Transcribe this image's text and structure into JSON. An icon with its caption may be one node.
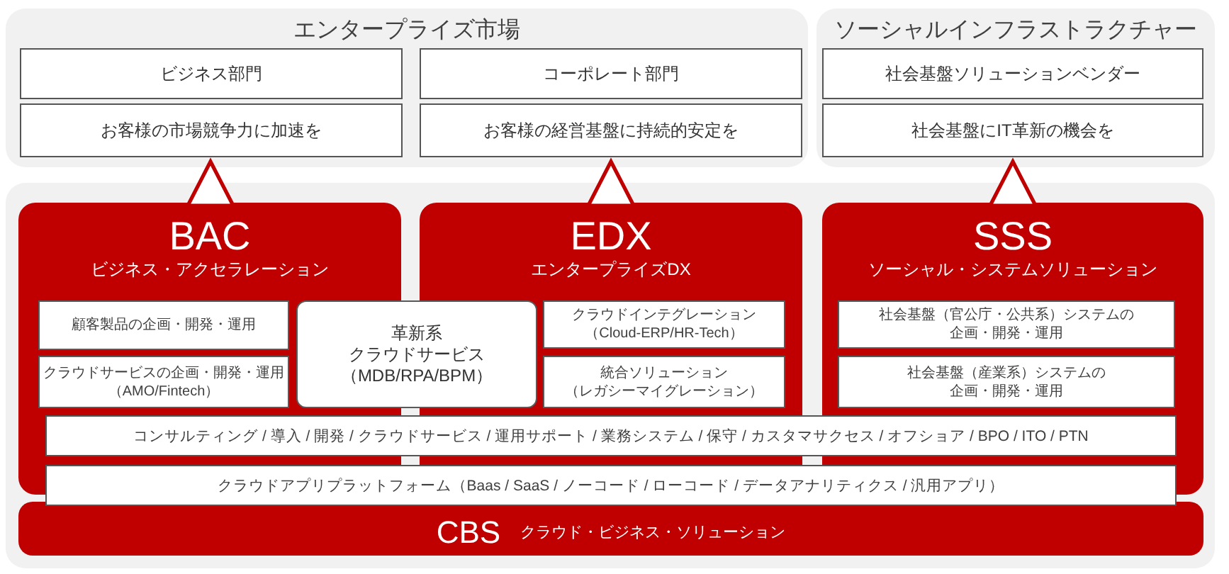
{
  "diagram": {
    "nodes": [
      {
        "text": [
          "エンタープライズ市場"
        ]
      },
      {
        "text": [
          "ビジネス部門"
        ],
        "in": 0
      },
      {
        "text": [
          "お客様の市場競争力に加速を"
        ],
        "in": 0
      },
      {
        "text": [
          "コーポレート部門"
        ],
        "in": 0
      },
      {
        "text": [
          "お客様の経営基盤に持続的安定を"
        ],
        "in": 0
      },
      {
        "text": [
          "ソーシャルインフラストラクチャー"
        ]
      },
      {
        "text": [
          "社会基盤ソリューションベンダー"
        ],
        "in": 5
      },
      {
        "text": [
          "社会基盤にIT革新の機会を"
        ],
        "in": 5
      },
      {
        "text": [],
        "shape": "box"
      },
      {
        "text": [
          "BAC",
          "ビジネス・アクセラレーション"
        ],
        "in": 8
      },
      {
        "text": [
          "顧客製品の企画・開発・運用"
        ],
        "in": 9
      },
      {
        "text": [
          "クラウドサービスの企画・開発・運用（AMO/Fintech）"
        ],
        "in": 9
      },
      {
        "text": [
          "革新系",
          "クラウドサービス（MDB/RPA/BPM）"
        ],
        "in": 8
      },
      {
        "text": [
          "EDX",
          "エンタープライズDX"
        ],
        "in": 8
      },
      {
        "text": [
          "クラウドインテグレーション（Cloud-ERP/HR-Tech）"
        ],
        "in": 13
      },
      {
        "text": [
          "統合ソリューション（レガシーマイグレーション）"
        ],
        "in": 13
      },
      {
        "text": [
          "SSS",
          "ソーシャル・システムソリューション"
        ],
        "in": 8
      },
      {
        "text": [
          "社会基盤（官公庁・公共系）システムの企画・開発・運用"
        ],
        "in": 16
      },
      {
        "text": [
          "社会基盤（産業系）システムの企画・開発・運用"
        ],
        "in": 16
      },
      {
        "text": [
          "コンサルティング / 導入 / 開発 / クラウドサービス / 運用サポート / 業務システム / 保守 / カスタマサクセス / オフショア / BPO / ITO / PTN"
        ],
        "in": 8
      },
      {
        "text": [
          "クラウドアプリプラットフォーム（Baas / SaaS / ノーコード / ローコード / データアナリティクス / 汎用アプリ）"
        ],
        "in": 8
      },
      {
        "text": [
          "CBS",
          "クラウド・ビジネス・ソリューション"
        ],
        "in": 8
      }
    ],
    "edges": [
      {
        "from": 9,
        "to": 2,
        "arrow": "to"
      },
      {
        "from": 13,
        "to": 4,
        "arrow": "to"
      },
      {
        "from": 16,
        "to": 7,
        "arrow": "to"
      }
    ]
  }
}
